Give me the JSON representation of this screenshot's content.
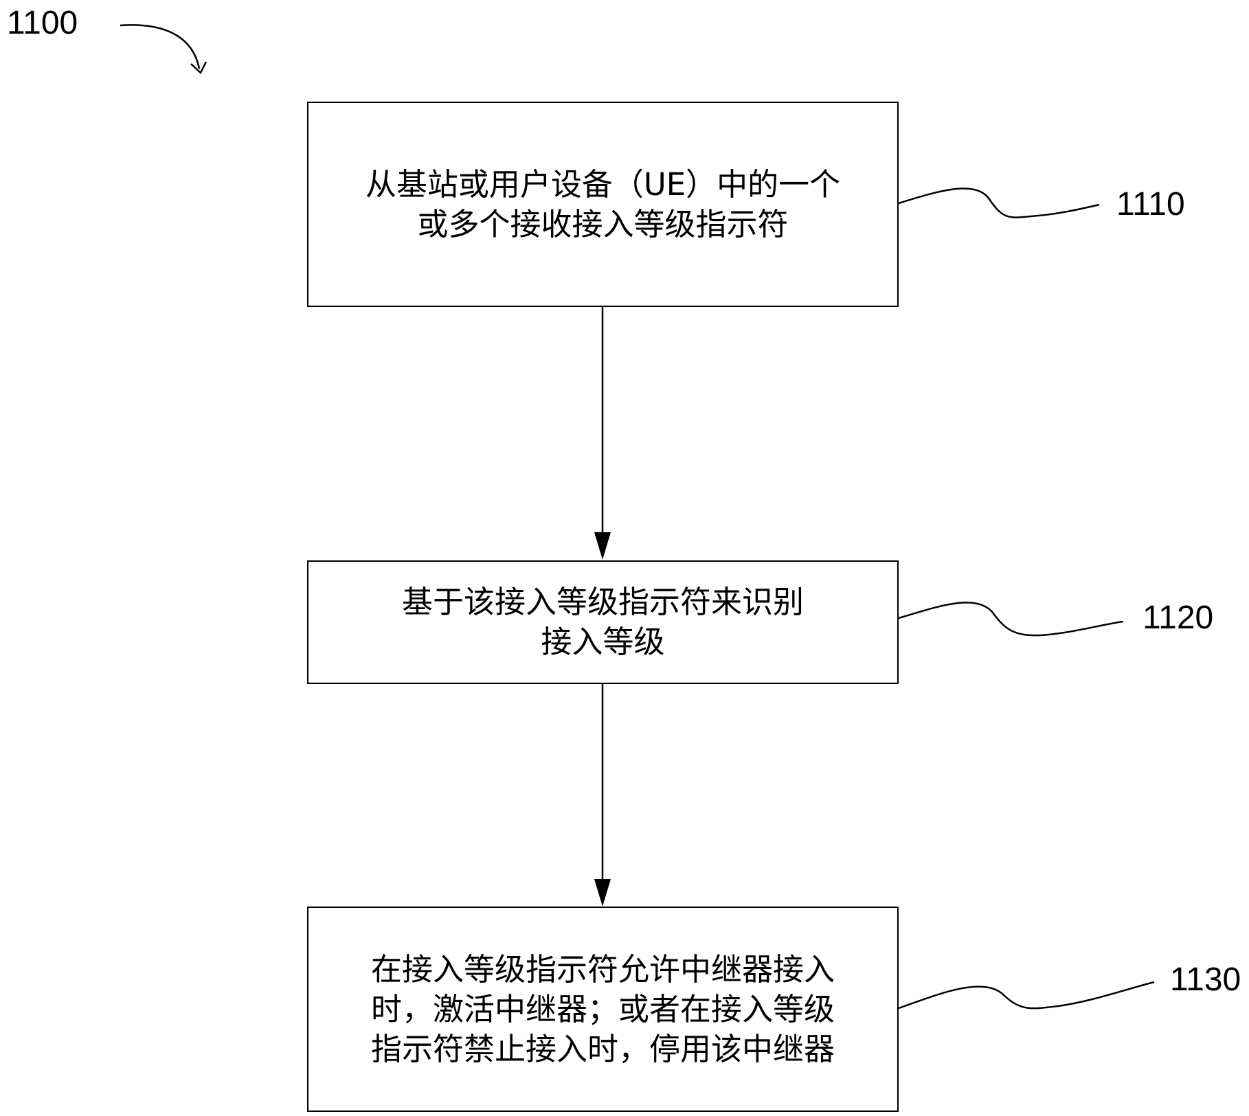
{
  "figure": {
    "label": "1100"
  },
  "steps": [
    {
      "id": "1110",
      "text": "从基站或用户设备（UE）中的一个\n或多个接收接入等级指示符"
    },
    {
      "id": "1120",
      "text": "基于该接入等级指示符来识别\n接入等级"
    },
    {
      "id": "1130",
      "text": "在接入等级指示符允许中继器接入\n时，激活中继器；或者在接入等级\n指示符禁止接入时，停用该中继器"
    }
  ]
}
